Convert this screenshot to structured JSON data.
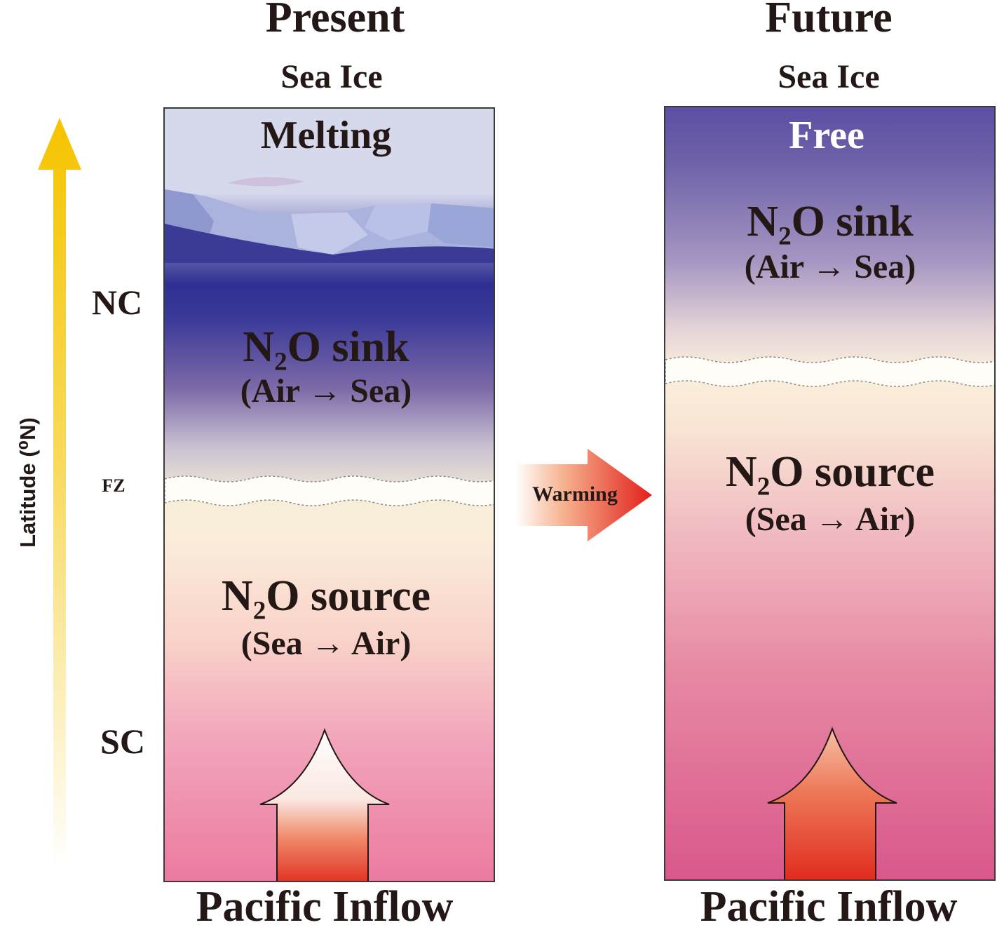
{
  "present": {
    "heading": "Present",
    "subheading": "Sea Ice",
    "ice_state": "Melting",
    "sink_label": "N₂O sink",
    "sink_flux": "(Air → Sea)",
    "source_label": "N₂O source",
    "source_flux": "(Sea → Air)",
    "inflow_label": "Pacific Inflow"
  },
  "future": {
    "heading": "Future",
    "subheading": "Sea Ice",
    "ice_state": "Free",
    "sink_label": "N₂O sink",
    "sink_flux": "(Air → Sea)",
    "source_label": "N₂O source",
    "source_flux": "(Sea → Air)",
    "inflow_label": "Pacific Inflow"
  },
  "transition_label": "Warming",
  "axis": {
    "label": "Latitude (⁰N)",
    "markers": [
      "NC",
      "FZ",
      "SC"
    ]
  },
  "colors": {
    "text": "#231815",
    "latitude_arrow": "#f5c400",
    "warming_arrow": "#e8342a"
  }
}
